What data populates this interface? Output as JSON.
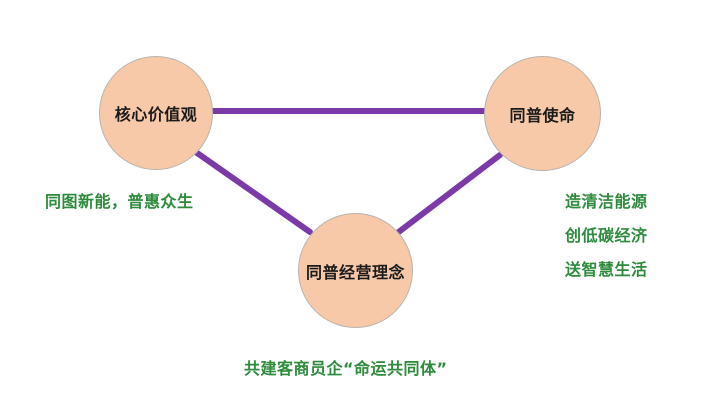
{
  "diagram": {
    "nodes": {
      "core_values": {
        "label": "核心价值观"
      },
      "mission": {
        "label": "同普使命"
      },
      "philosophy": {
        "label": "同普经营理念"
      }
    },
    "notes": {
      "core_values": "同图新能，普惠众生",
      "mission": [
        "造清洁能源",
        "创低碳经济",
        "送智慧生活"
      ],
      "philosophy": "共建客商员企“命运共同体”"
    },
    "colors": {
      "node_fill": "#f8c9a8",
      "node_border": "#b9b3ae",
      "link": "#7c3aa8",
      "note_text": "#2e8b3c"
    }
  }
}
